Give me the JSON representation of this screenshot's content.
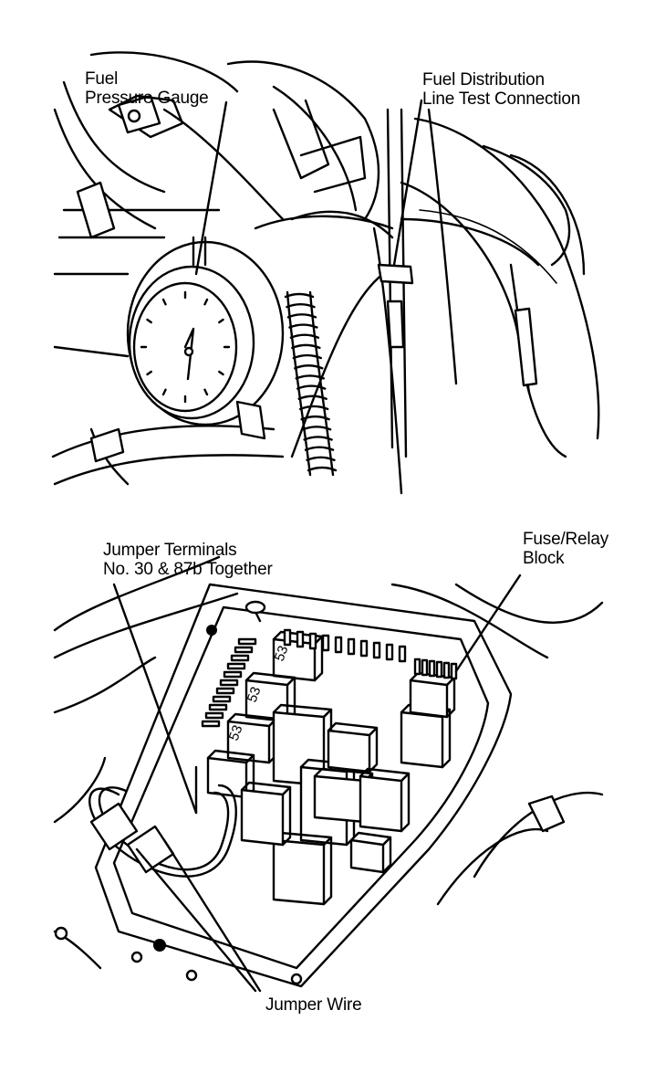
{
  "figure": {
    "top_panel": {
      "subject": "fuel-pressure-gauge-installed",
      "labels": {
        "gauge_line1": "Fuel",
        "gauge_line2": "Pressure Gauge",
        "test_conn_line1": "Fuel Distribution",
        "test_conn_line2": "Line Test Connection"
      }
    },
    "bottom_panel": {
      "subject": "fuse-relay-block-jumper",
      "labels": {
        "jumper_terminals_line1": "Jumper Terminals",
        "jumper_terminals_line2": "No. 30 & 87b Together",
        "fuse_block_line1": "Fuse/Relay",
        "fuse_block_line2": "Block",
        "jumper_wire": "Jumper Wire"
      },
      "relay_marking": "53"
    }
  }
}
